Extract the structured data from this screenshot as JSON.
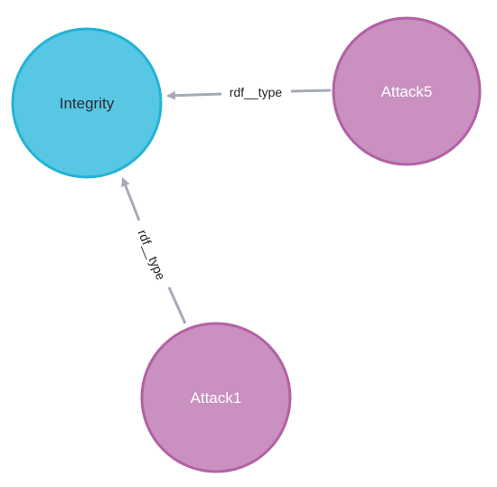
{
  "graph": {
    "nodes": [
      {
        "id": "integrity",
        "label": "Integrity",
        "fill": "#57c7e3",
        "stroke": "#23b3d7",
        "text_color": "#2a2c34"
      },
      {
        "id": "attack5",
        "label": "Attack5",
        "fill": "#c990c0",
        "stroke": "#b261a5",
        "text_color": "#ffffff"
      },
      {
        "id": "attack1",
        "label": "Attack1",
        "fill": "#c990c0",
        "stroke": "#b261a5",
        "text_color": "#ffffff"
      }
    ],
    "edges": [
      {
        "id": "attack5-to-integrity",
        "source": "attack5",
        "target": "integrity",
        "label": "rdf__type"
      },
      {
        "id": "attack1-to-integrity",
        "source": "attack1",
        "target": "integrity",
        "label": "rdf__type"
      }
    ],
    "edge_color": "#a5abb6"
  }
}
